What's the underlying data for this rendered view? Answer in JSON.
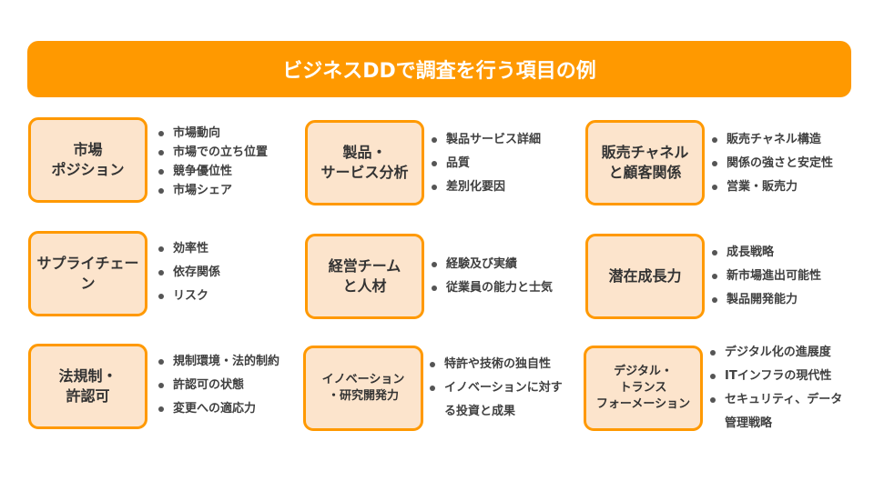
{
  "title": "ビジネスDDで調査を行う項目の例",
  "categories": [
    {
      "label": "市場\nポジション",
      "items": [
        "市場動向",
        "市場での立ち位置",
        "競争優位性",
        "市場シェア"
      ]
    },
    {
      "label": "製品・\nサービス分析",
      "items": [
        "製品サービス詳細",
        "品質",
        "差別化要因"
      ]
    },
    {
      "label": "販売チャネル\nと顧客関係",
      "items": [
        "販売チャネル構造",
        "関係の強さと安定性",
        "営業・販売力"
      ]
    },
    {
      "label": "サプライチェー\nン",
      "items": [
        "効率性",
        "依存関係",
        "リスク"
      ]
    },
    {
      "label": "経営チーム\nと人材",
      "items": [
        "経験及び実績",
        "従業員の能力と士気"
      ]
    },
    {
      "label": "潜在成長力",
      "items": [
        "成長戦略",
        "新市場進出可能性",
        "製品開発能力"
      ]
    },
    {
      "label": "法規制・\n許認可",
      "items": [
        "規制環境・法的制約",
        "許認可の状態",
        "変更への適応力"
      ]
    },
    {
      "label": "イノベーション\n・研究開発力",
      "items": [
        "特許や技術の独自性",
        "イノベーションに対す",
        "る投資と成果"
      ]
    },
    {
      "label": "デジタル・\nトランス\nフォーメーション",
      "items": [
        "デジタル化の進展度",
        "ITインフラの現代性",
        "セキュリティ、データ",
        "管理戦略"
      ]
    }
  ]
}
